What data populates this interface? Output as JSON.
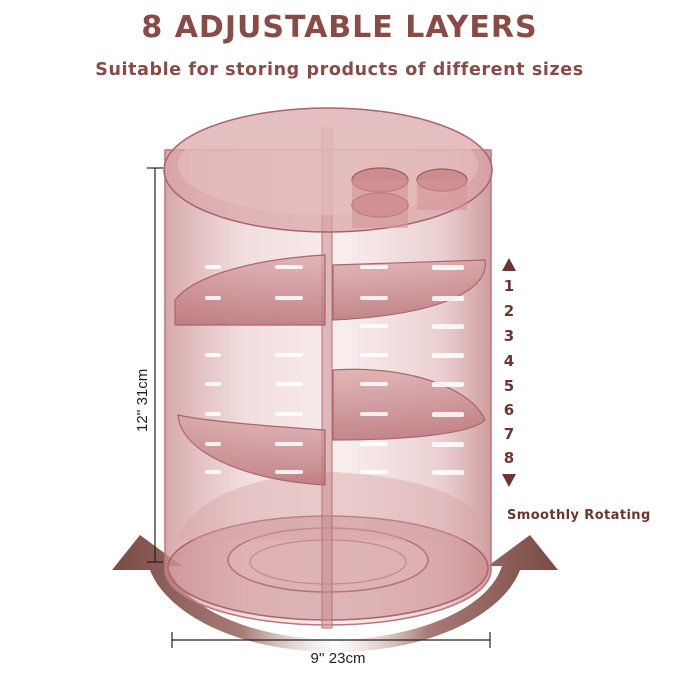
{
  "header": {
    "title": "8 ADJUSTABLE LAYERS",
    "subtitle": "Suitable for storing products of different sizes"
  },
  "dimensions": {
    "height_label": "12'' 31cm",
    "width_label": "9'' 23cm"
  },
  "layers": [
    "1",
    "2",
    "3",
    "4",
    "5",
    "6",
    "7",
    "8"
  ],
  "rotation_label": "Smoothly Rotating",
  "colors": {
    "text_brand": "#8a4a45",
    "acrylic": "#d9a3a3",
    "acrylic_dark": "#b86f72",
    "arrow": "#8c5e58"
  },
  "icons": [
    "arrow-up-icon",
    "arrow-down-icon",
    "rotation-arrow-left-icon",
    "rotation-arrow-right-icon"
  ]
}
